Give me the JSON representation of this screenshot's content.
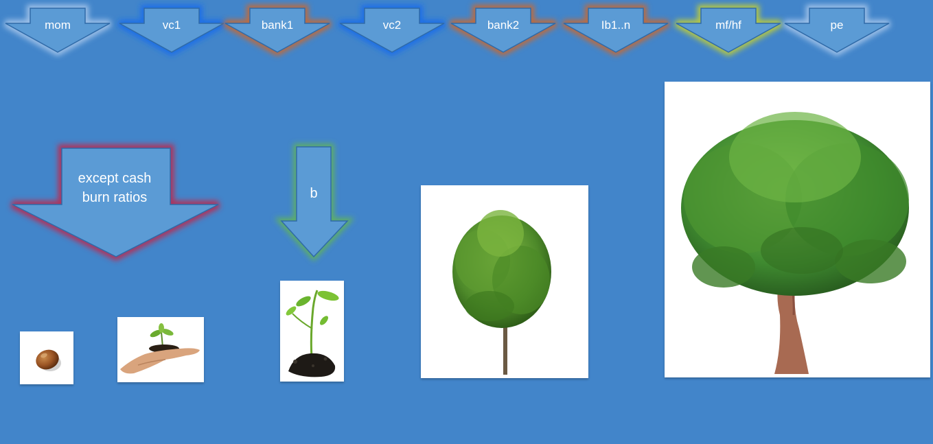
{
  "stages": [
    {
      "label": "mom",
      "glow": "#9fc1e8"
    },
    {
      "label": "vc1",
      "glow": "#1f6ee8"
    },
    {
      "label": "bank1",
      "glow": "#c06a3a"
    },
    {
      "label": "vc2",
      "glow": "#1f6ee8"
    },
    {
      "label": "bank2",
      "glow": "#c06a3a"
    },
    {
      "label": "Ib1..n",
      "glow": "#c06a3a"
    },
    {
      "label": "mf/hf",
      "glow": "#b8c940"
    },
    {
      "label": "pe",
      "glow": "#9fc1e8"
    }
  ],
  "arrows": {
    "big_label": "except cash burn ratios",
    "big_glow": "#b0305a",
    "small_label": "b",
    "small_glow": "#5fb060"
  },
  "colors": {
    "background": "#4285ca",
    "arrow_fill": "#5b9bd5",
    "arrow_stroke": "#2f6aa8"
  },
  "images": [
    {
      "name": "seed",
      "icon": "seed-image"
    },
    {
      "name": "seedling-in-hand",
      "icon": "hand-seedling-image"
    },
    {
      "name": "sprout-in-soil",
      "icon": "sprout-image"
    },
    {
      "name": "young-tree",
      "icon": "young-tree-image"
    },
    {
      "name": "mature-tree",
      "icon": "mature-tree-image"
    }
  ]
}
